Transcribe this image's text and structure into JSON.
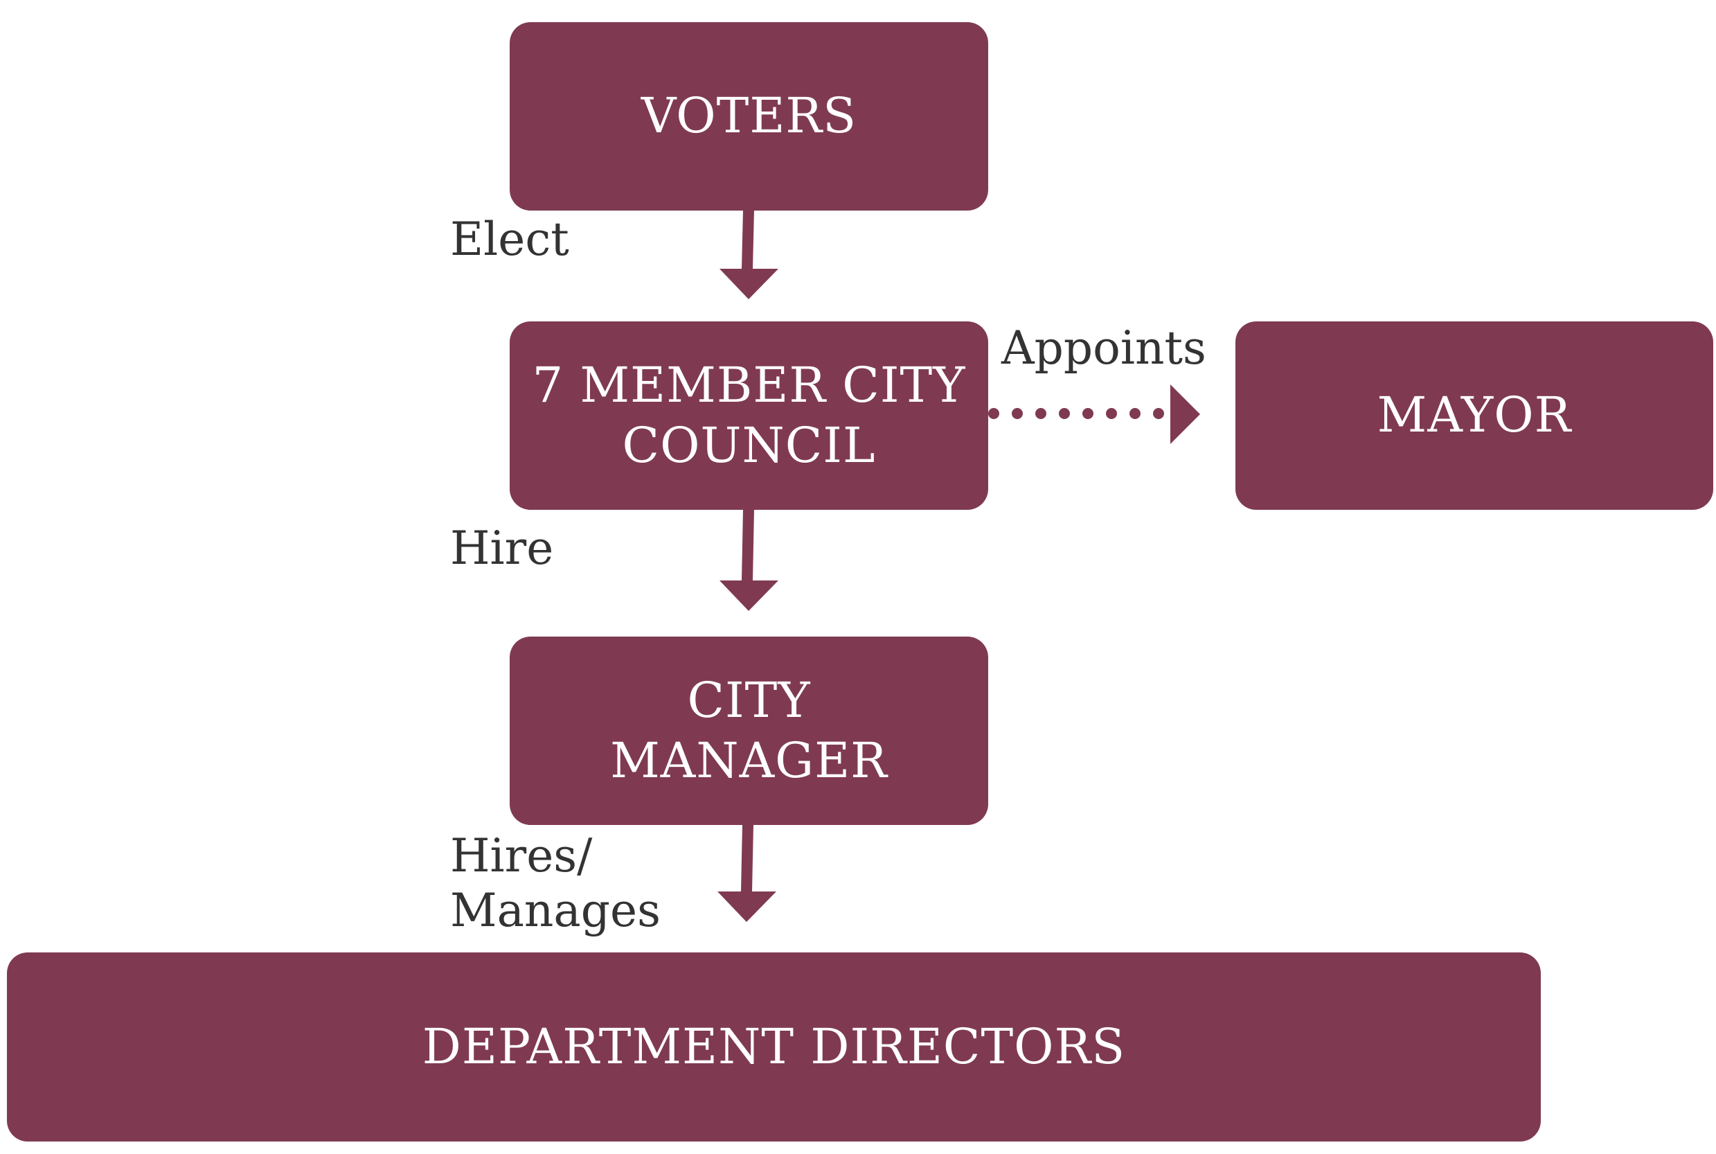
{
  "colors": {
    "box_fill": "#7f3a52",
    "box_text": "#ffffff",
    "label_text": "#333333"
  },
  "nodes": {
    "voters": "VOTERS",
    "council": "7 MEMBER CITY\nCOUNCIL",
    "mayor": "MAYOR",
    "manager": "CITY\nMANAGER",
    "directors": "DEPARTMENT DIRECTORS"
  },
  "edges": {
    "elect": "Elect",
    "hire": "Hire",
    "hires_manages": "Hires/\nManages",
    "appoints": "Appoints"
  }
}
